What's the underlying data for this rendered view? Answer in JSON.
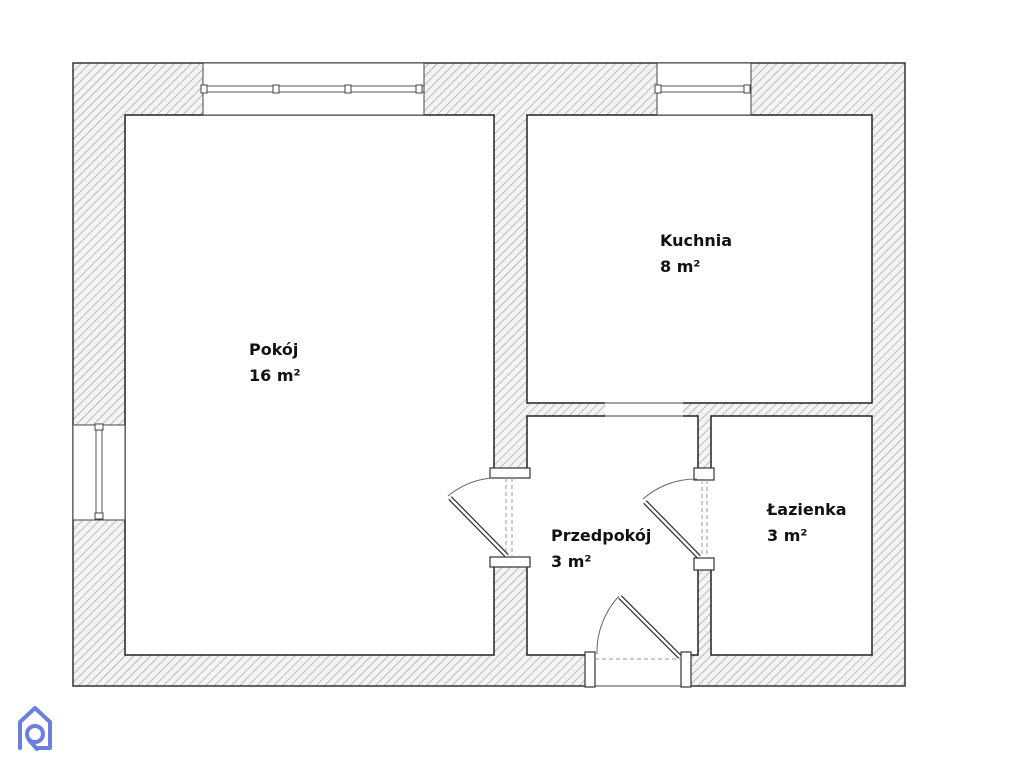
{
  "rooms": [
    {
      "name": "Pokój",
      "area": "16 m²"
    },
    {
      "name": "Kuchnia",
      "area": "8 m²"
    },
    {
      "name": "Przedpokój",
      "area": "3 m²"
    },
    {
      "name": "Łazienka",
      "area": "3 m²"
    }
  ],
  "colors": {
    "logo": "#6b7fe0",
    "wall_hatch": "#888888"
  }
}
